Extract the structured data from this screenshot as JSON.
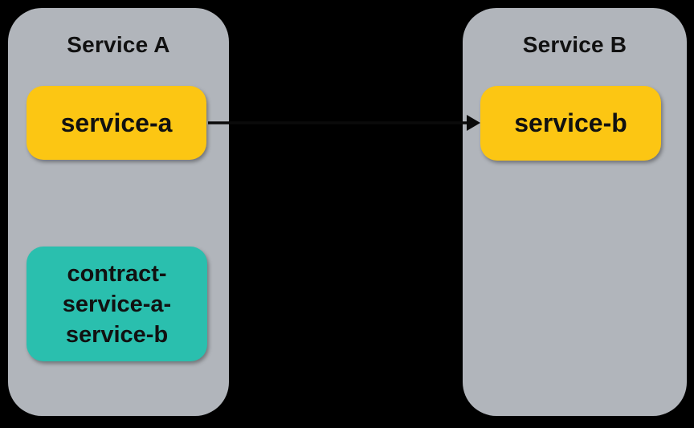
{
  "diagram": {
    "group_a": {
      "title": "Service A"
    },
    "group_b": {
      "title": "Service B"
    },
    "node_service_a": {
      "label": "service-a"
    },
    "node_service_b": {
      "label": "service-b"
    },
    "node_contract": {
      "label": "contract-service-a-service-b",
      "lines": [
        "contract-",
        "service-a-",
        "service-b"
      ]
    },
    "edge": {
      "from": "service-a",
      "to": "service-b",
      "direction": "right"
    },
    "colors": {
      "background": "#000000",
      "group_fill": "#b1b5bb",
      "service_fill": "#fcc613",
      "contract_fill": "#2abfae",
      "text_color": "#111111",
      "arrow_color": "#0a0a0a"
    }
  }
}
